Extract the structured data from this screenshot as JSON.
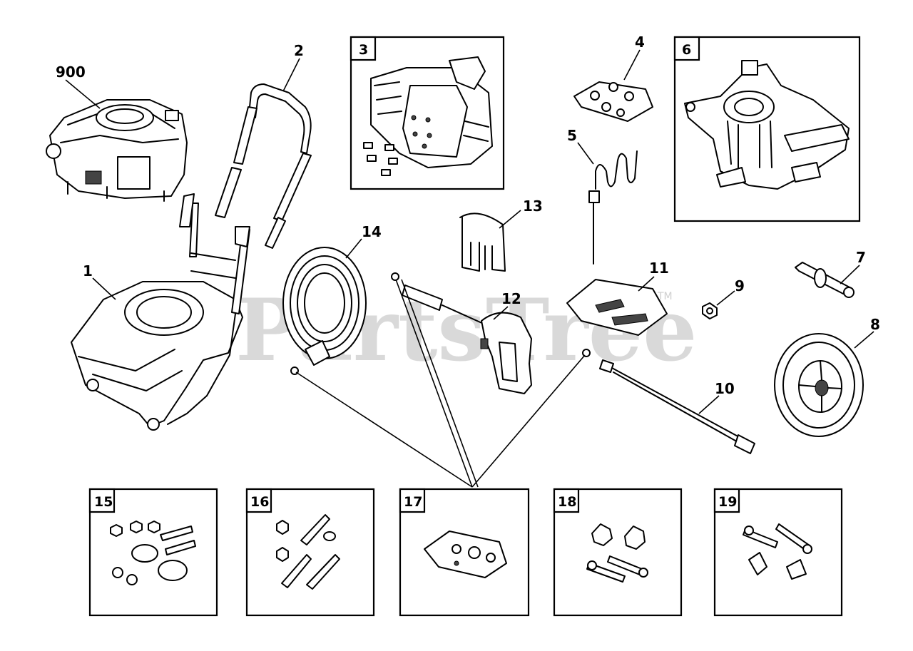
{
  "watermark": {
    "text": "PartsTree",
    "trademark": "TM"
  },
  "callouts": {
    "engine": "900",
    "frame": "1",
    "handle": "2",
    "ignition_plate": "4",
    "hose_clip": "5",
    "valve_hardware": "7",
    "wheel": "8",
    "nut": "9",
    "lance": "10",
    "nozzle_kit": "11",
    "gun": "12",
    "holder": "13",
    "hose": "14"
  },
  "boxes": {
    "control_panel": "3",
    "pump": "6",
    "base_hardware": "15",
    "handle_hardware": "16",
    "oring_kit": "17",
    "knob_hardware": "18",
    "wheel_hardware": "19"
  }
}
